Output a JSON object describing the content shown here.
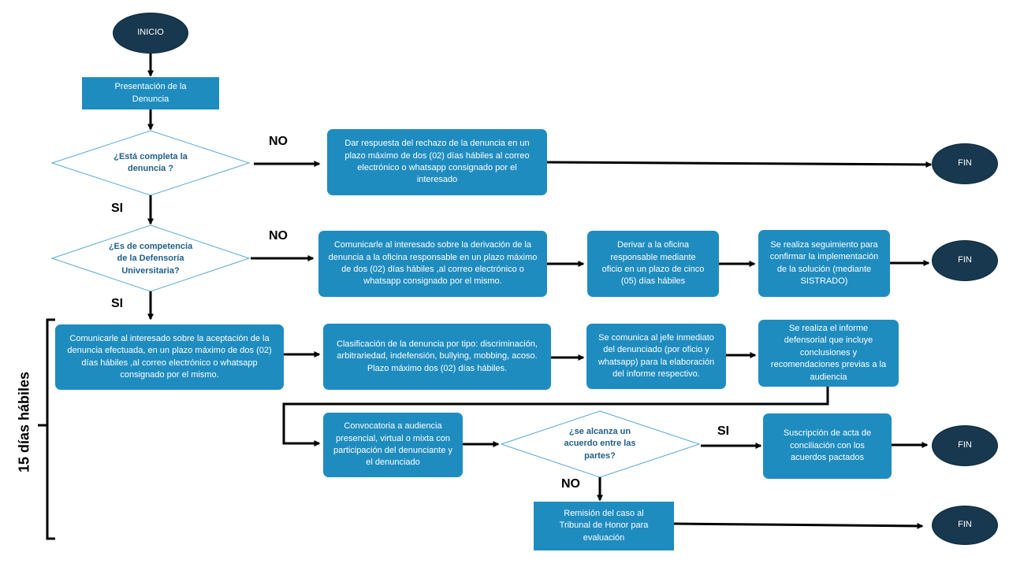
{
  "colors": {
    "box": "#1f8cc0",
    "terminal": "#17384e",
    "decision_text": "#1f5f8a",
    "decision_border": "#5aaad6",
    "arrow": "#000000"
  },
  "nodes": {
    "inicio": "INICIO",
    "presentacion": "Presentación de la Denuncia",
    "decision_completa": "¿Está completa la denuncia  ?",
    "rechazo": "Dar respuesta del rechazo de la denuncia en un plazo máximo de dos (02) días hábiles al correo electrónico o whatsapp consignado por el interesado",
    "fin": "FIN",
    "decision_competencia": "¿Es de competencia de la Defensoría Universitaria?",
    "derivacion": "Comunicarle al interesado sobre la derivación de la denuncia a la oficina responsable en un plazo máximo de dos (02) días hábiles ,al correo electrónico o whatsapp consignado por el mismo.",
    "derivar_oficina": "Derivar a la oficina responsable mediante oficio en un plazo de cinco (05) días hábiles",
    "seguimiento": "Se realiza seguimiento para confirmar la implementación de la solución (mediante SISTRADO)",
    "aceptacion": "Comunicarle al interesado sobre la aceptación de la denuncia efectuada, en  un plazo máximo de dos (02) días hábiles ,al correo electrónico o whatsapp consignado por el mismo.",
    "clasificacion": "Clasificación de la denuncia por tipo: discriminación, arbitrariedad, indefensión, bullying, mobbing, acoso. Plazo máximo dos (02) días hábiles.",
    "comunica_jefe": "Se comunica al jefe inmediato del denunciado (por oficio y whatsapp) para la elaboración del informe respectivo.",
    "informe": "Se realiza el informe defensorial que incluye conclusiones y recomendaciones previas a la audiencia",
    "convocatoria": "Convocatoria a audiencia presencial, virtual o mixta con participación del denunciante y el denunciado",
    "decision_acuerdo": "¿se alcanza  un acuerdo  entre las partes?",
    "suscripcion": "Suscripción de acta de conciliación con los acuerdos pactados",
    "remision": "Remisión del caso al Tribunal de Honor para evaluación"
  },
  "labels": {
    "no": "NO",
    "si": "SI"
  },
  "side_label": "15 días hábiles"
}
